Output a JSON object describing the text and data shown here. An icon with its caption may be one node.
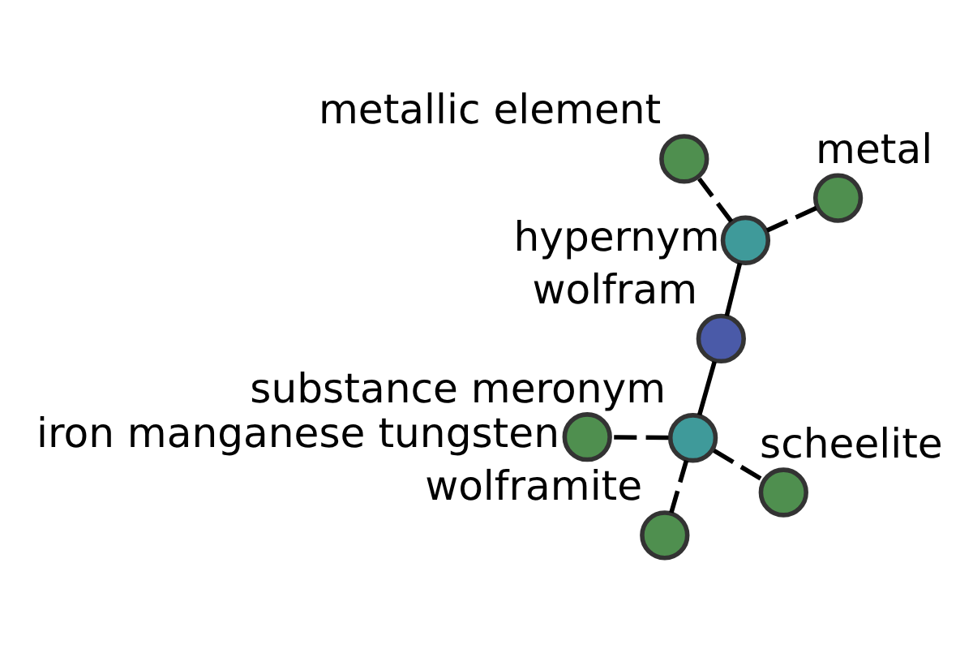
{
  "diagram": {
    "nodes": [
      {
        "text": [
          "wolfram"
        ]
      },
      {
        "text": [
          "hypernym"
        ]
      },
      {
        "text": [
          "substance meronym"
        ]
      },
      {
        "text": [
          "metallic element"
        ]
      },
      {
        "text": [
          "metal"
        ]
      },
      {
        "text": [
          "iron manganese tungsten"
        ]
      },
      {
        "text": [
          "wolframite"
        ]
      },
      {
        "text": [
          "scheelite"
        ]
      }
    ],
    "edges": [
      {
        "from": 0,
        "to": 1,
        "arrow": "none"
      },
      {
        "from": 0,
        "to": 2,
        "arrow": "none"
      },
      {
        "from": 1,
        "to": 3,
        "arrow": "none",
        "style": "dashed"
      },
      {
        "from": 1,
        "to": 4,
        "arrow": "none",
        "style": "dashed"
      },
      {
        "from": 2,
        "to": 5,
        "arrow": "none",
        "style": "dashed"
      },
      {
        "from": 2,
        "to": 6,
        "arrow": "none",
        "style": "dashed"
      },
      {
        "from": 2,
        "to": 7,
        "arrow": "none",
        "style": "dashed"
      }
    ]
  }
}
